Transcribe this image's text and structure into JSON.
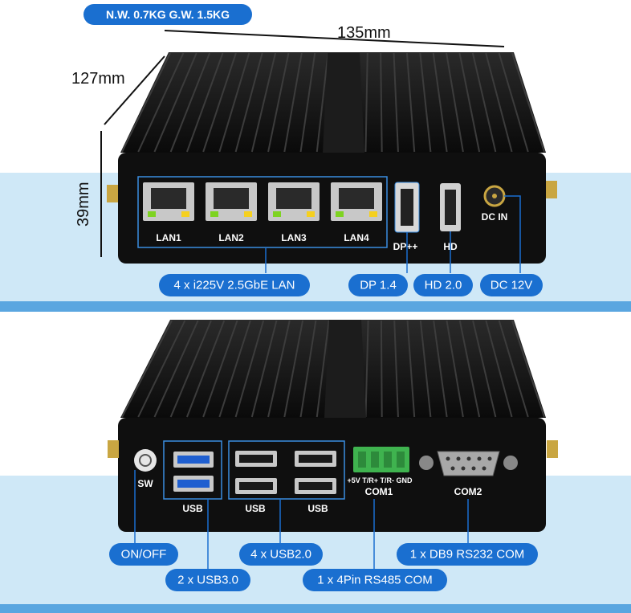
{
  "weight_label": "N.W. 0.7KG  G.W. 1.5KG",
  "dimensions": {
    "width": "135mm",
    "depth": "127mm",
    "height": "39mm"
  },
  "front_panel": {
    "port_labels": [
      "LAN1",
      "LAN2",
      "LAN3",
      "LAN4",
      "DP++",
      "HD",
      "DC IN"
    ],
    "callouts": [
      "4 x i225V 2.5GbE LAN",
      "DP 1.4",
      "HD 2.0",
      "DC 12V"
    ]
  },
  "back_panel": {
    "port_labels": [
      "SW",
      "USB",
      "USB",
      "USB",
      "+5V T/R+ T/R- GND",
      "COM1",
      "COM2"
    ],
    "callouts": [
      "ON/OFF",
      "2 x USB3.0",
      "4 x USB2.0",
      "1 x 4Pin RS485 COM",
      "1 x DB9 RS232 COM"
    ]
  },
  "colors": {
    "accent": "#1a6fd0",
    "band": "#cfe8f7",
    "divider": "#5aa6e0",
    "device": "#111111"
  }
}
